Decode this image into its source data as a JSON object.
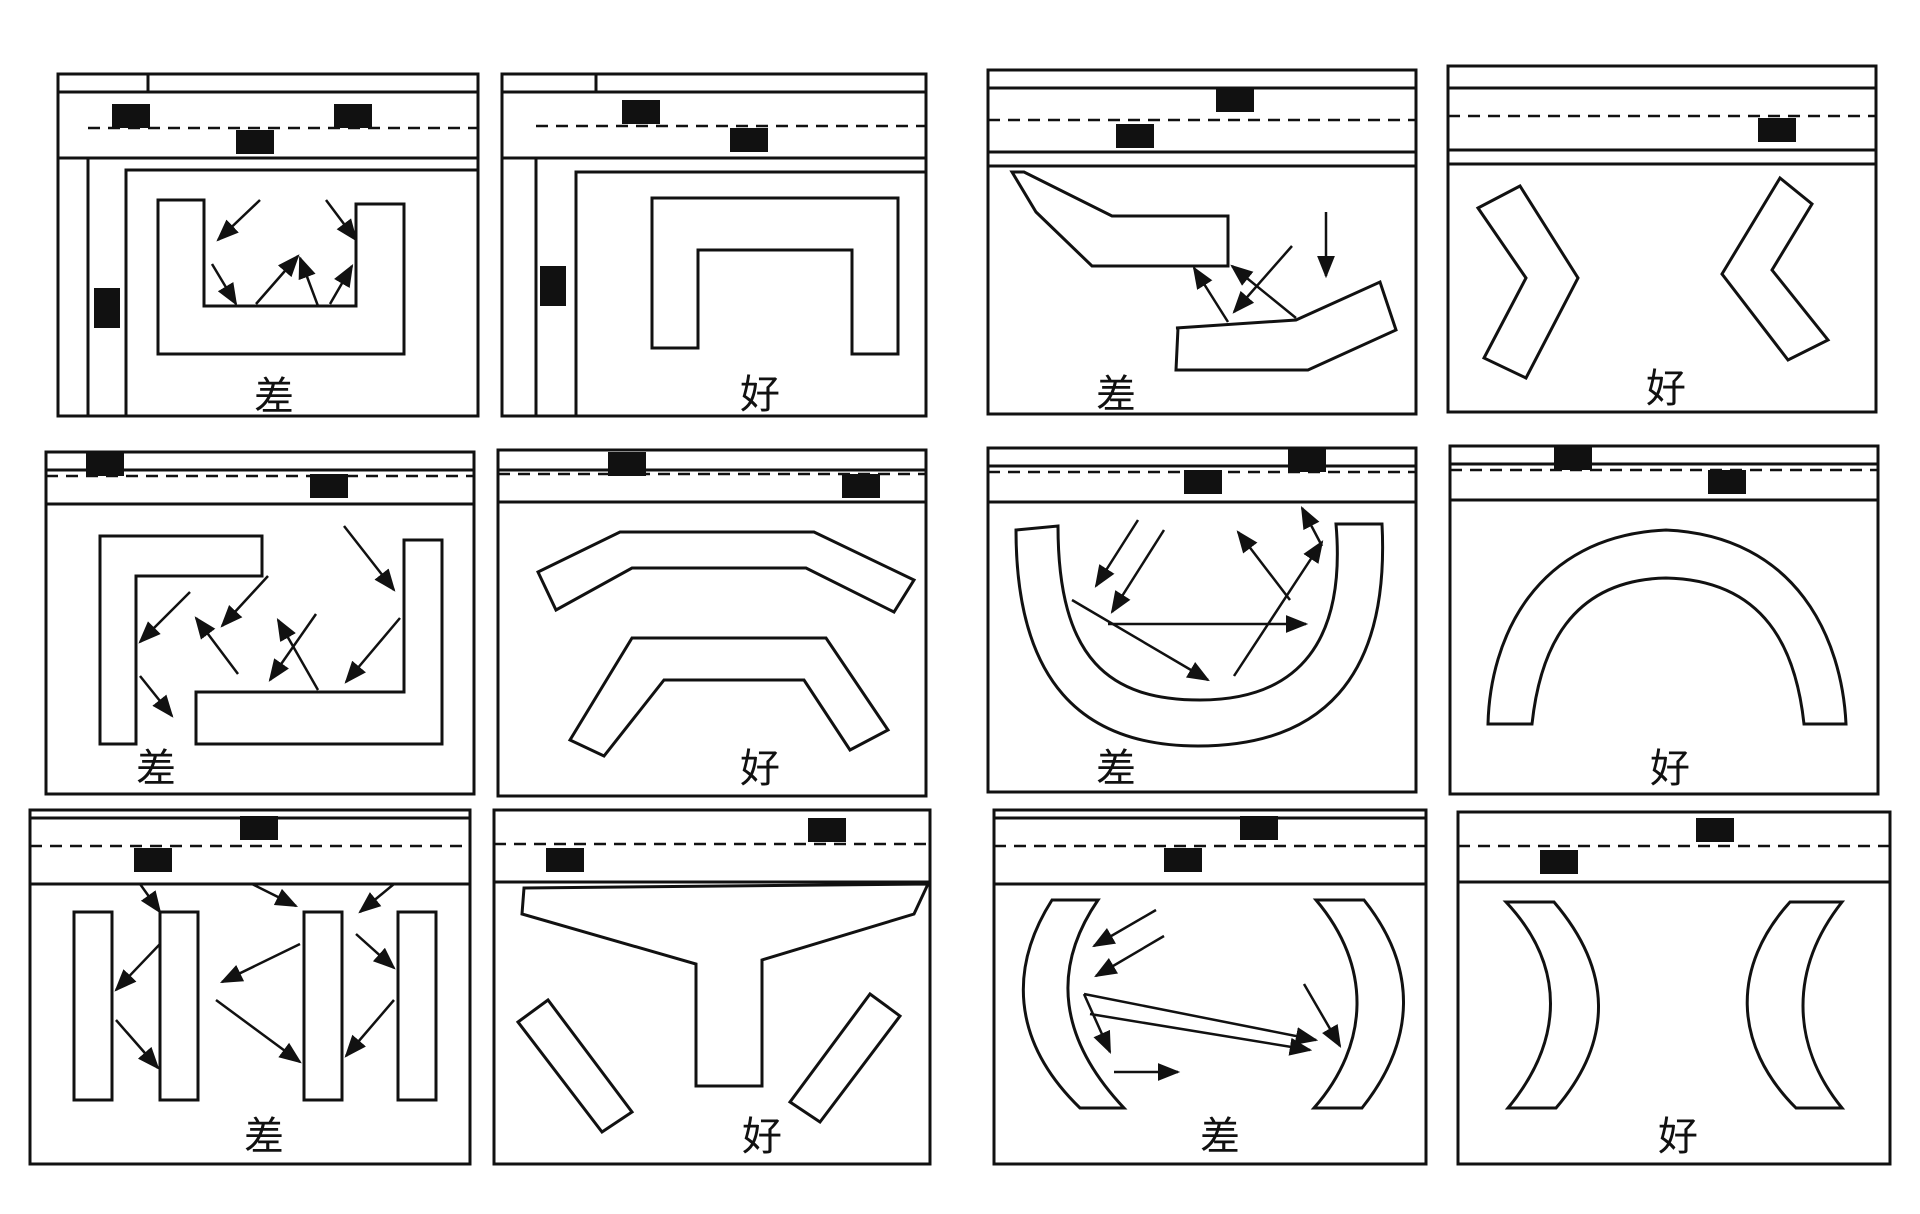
{
  "labels": {
    "bad": "差",
    "good": "好"
  },
  "colors": {
    "ink": "#111111",
    "paper": "#ffffff",
    "car": "#111111"
  },
  "panels": [
    {
      "row": 1,
      "col": 1,
      "verdict": "bad"
    },
    {
      "row": 1,
      "col": 2,
      "verdict": "good"
    },
    {
      "row": 1,
      "col": 3,
      "verdict": "bad"
    },
    {
      "row": 1,
      "col": 4,
      "verdict": "good"
    },
    {
      "row": 2,
      "col": 1,
      "verdict": "bad"
    },
    {
      "row": 2,
      "col": 2,
      "verdict": "good"
    },
    {
      "row": 2,
      "col": 3,
      "verdict": "bad"
    },
    {
      "row": 2,
      "col": 4,
      "verdict": "good"
    },
    {
      "row": 3,
      "col": 1,
      "verdict": "bad"
    },
    {
      "row": 3,
      "col": 2,
      "verdict": "good"
    },
    {
      "row": 3,
      "col": 3,
      "verdict": "bad"
    },
    {
      "row": 3,
      "col": 4,
      "verdict": "good"
    }
  ]
}
